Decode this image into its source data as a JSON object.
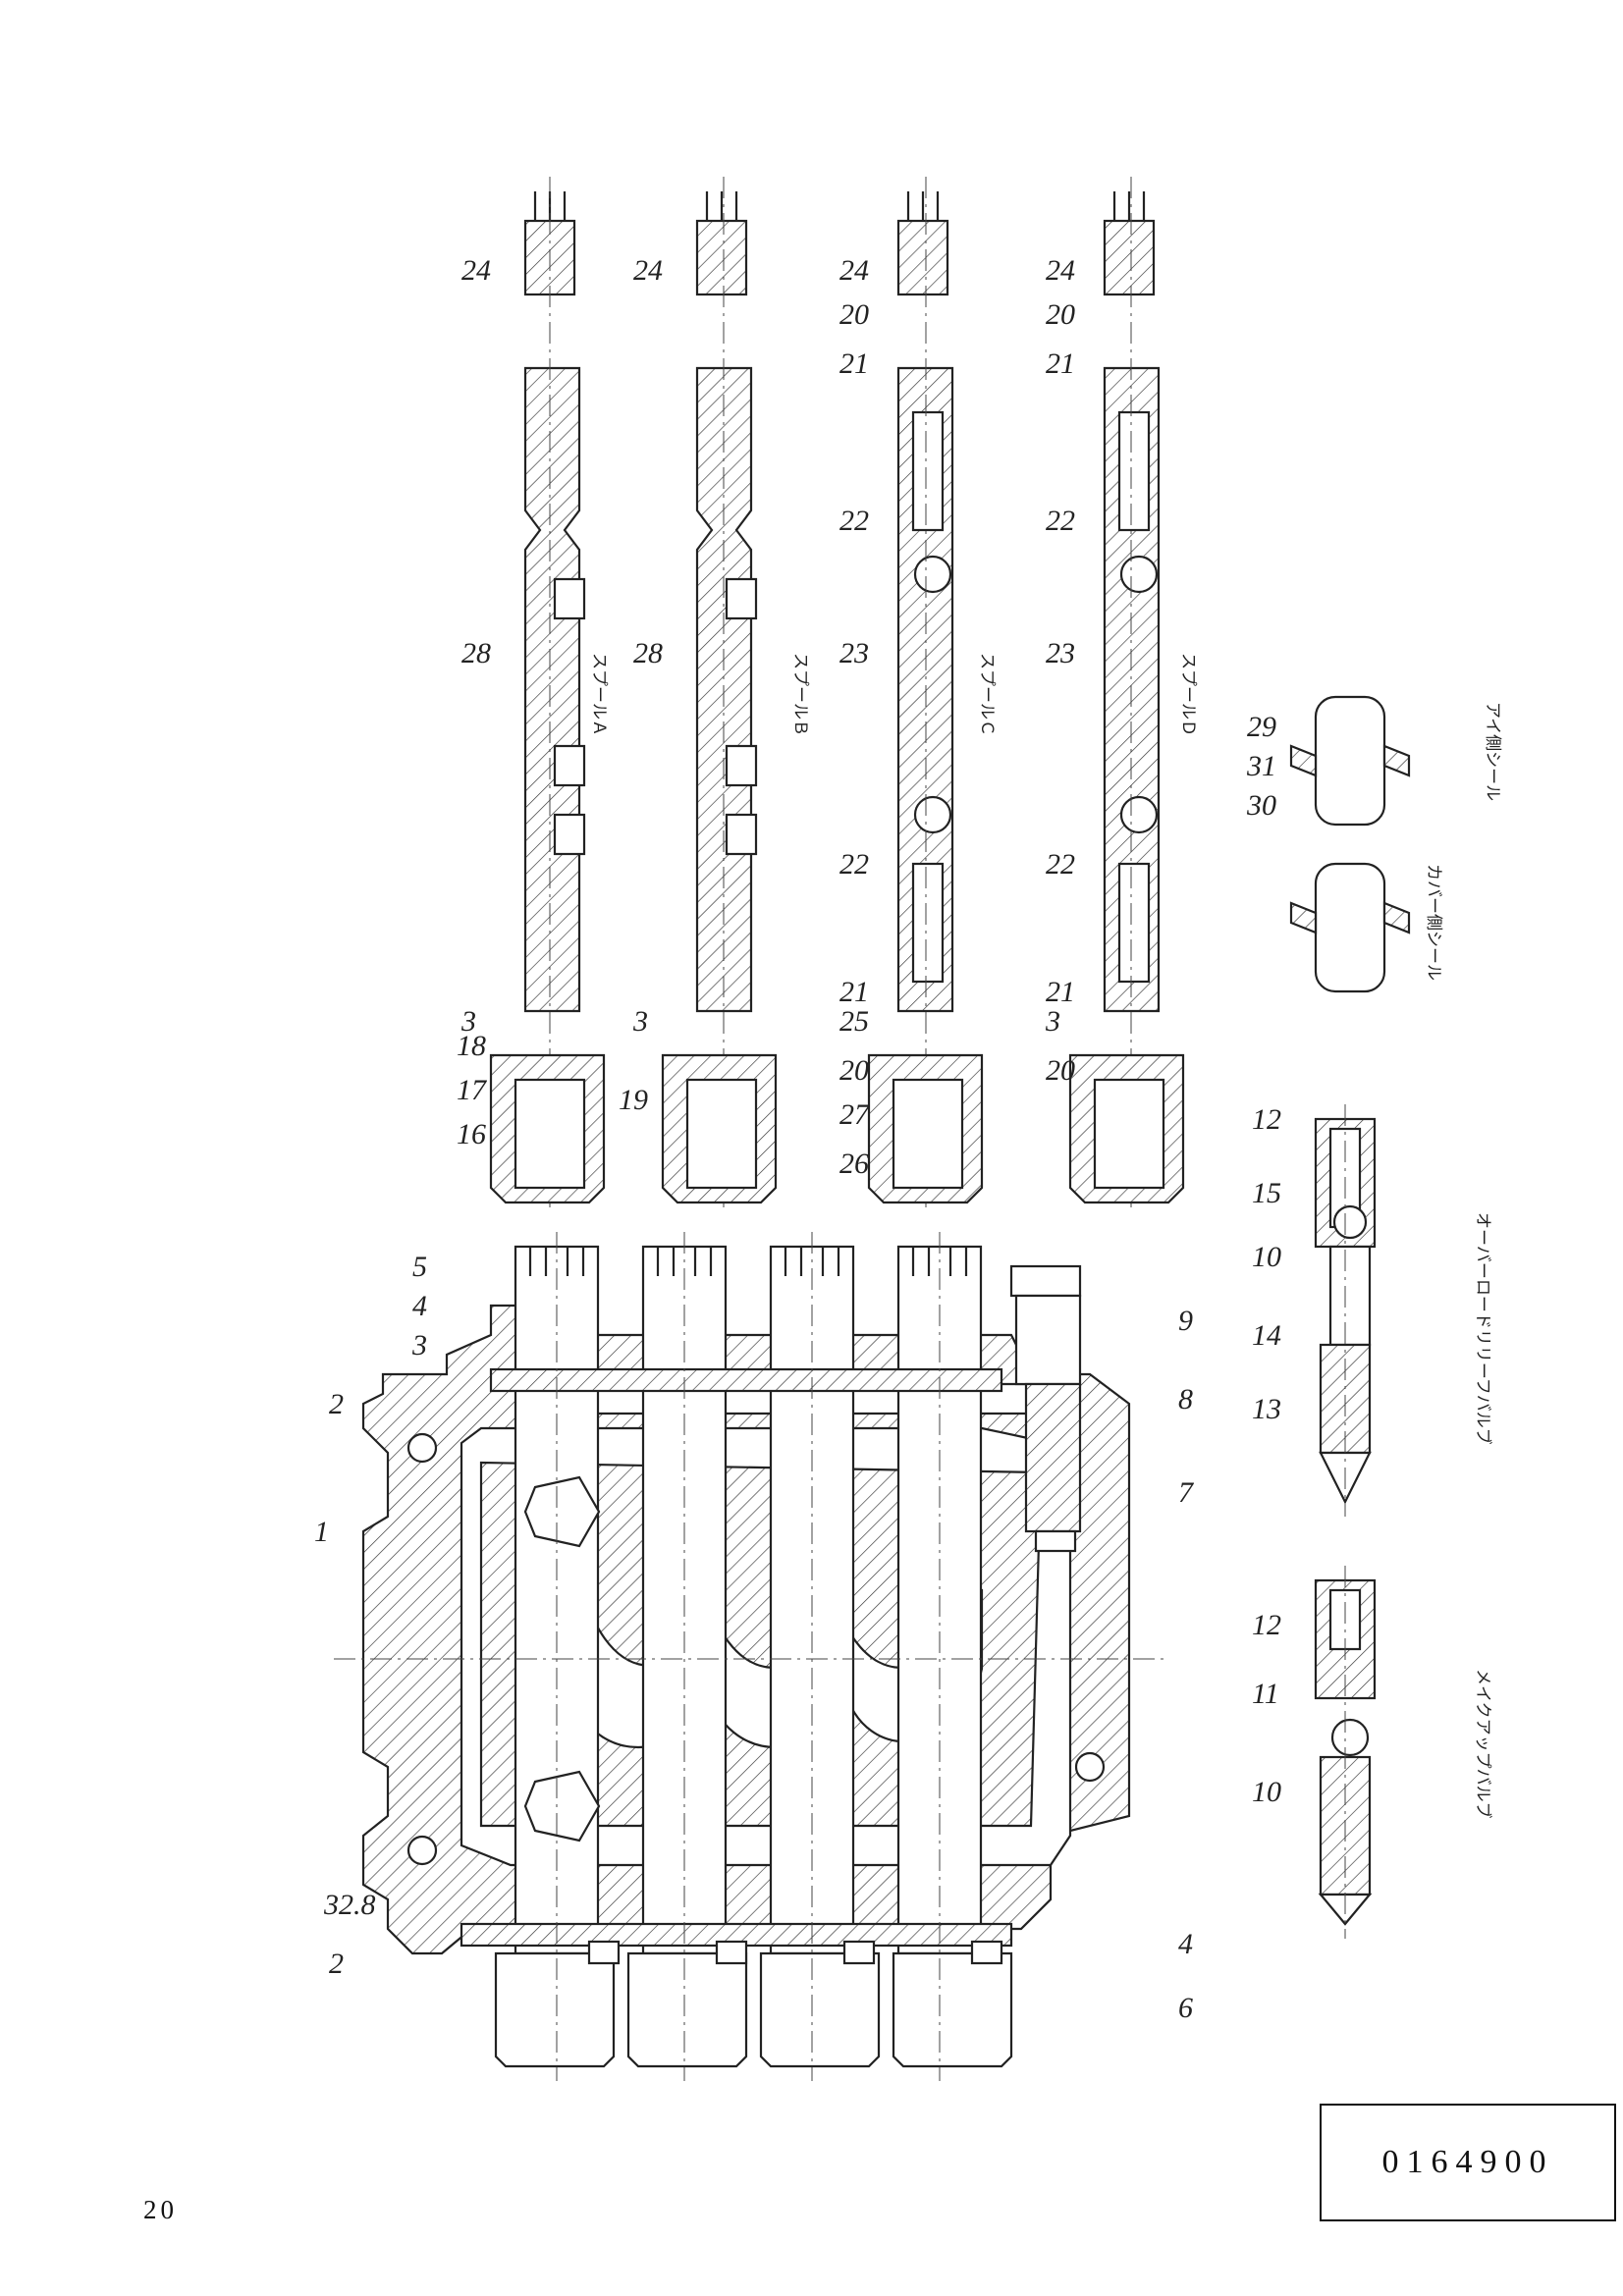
{
  "document": {
    "doc_number": "0164900",
    "page_number": "20"
  },
  "callouts": {
    "body_left": [
      "2",
      "1",
      "32.8",
      "2"
    ],
    "body_top": [
      "5",
      "4",
      "3"
    ],
    "body_right": [
      "9",
      "8",
      "7",
      "4",
      "6"
    ],
    "spool_caps": [
      "24",
      "24",
      "24",
      "20",
      "24",
      "20"
    ],
    "spool_ends": [
      "21",
      "21",
      "22",
      "22"
    ],
    "spools": [
      "28",
      "28",
      "23",
      "23",
      "22",
      "22",
      "22",
      "22",
      "21",
      "21",
      "21",
      "21"
    ],
    "spring_caps": [
      "16",
      "17",
      "18",
      "19",
      "3",
      "3",
      "25",
      "20",
      "27",
      "26",
      "3",
      "20"
    ],
    "overload_valve": [
      "12",
      "15",
      "10",
      "14",
      "13"
    ],
    "makeup_valve": [
      "12",
      "11",
      "10"
    ],
    "seals": [
      "30",
      "31",
      "29"
    ]
  },
  "captions": {
    "spool_1": "スプールＡ",
    "spool_2": "スプールＢ",
    "spool_3": "スプールＣ",
    "spool_4": "スプールＤ",
    "seal_left": "アイ側シール",
    "seal_right": "カバー側シール",
    "overload_valve": "オーバーロードリリーフバルブ",
    "makeup_valve": "メイクアップバルブ"
  }
}
